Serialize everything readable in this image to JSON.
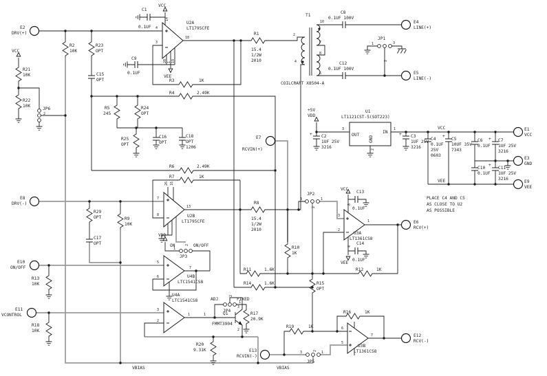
{
  "pw": {
    "vcc": "VCC",
    "vee": "VEE",
    "vdd": "VDD",
    "p5": "+5V",
    "vbias": "VBIAS",
    "on": "ON",
    "onoff": "ON/OFF",
    "adj": "ADJ",
    "fixed": "FIXED",
    "plus": "+"
  },
  "note": {
    "l1": "PLACE C4 AND C5",
    "l2": "AS CLOSE TO U2",
    "l3": "AS POSSIBLE"
  },
  "tr": {
    "ref": "T1",
    "part": "COILCRAFT X8504-A"
  },
  "u": {
    "u1": {
      "ref": "U1",
      "part": "LT1121CST-5(SOT223)",
      "out": "OUT",
      "gnd": "GND",
      "in": "IN"
    },
    "u2a": {
      "ref": "U2A",
      "part": "LT1795CFE"
    },
    "u2b": {
      "ref": "U2B",
      "part": "LT1795CFE"
    },
    "u3a": {
      "ref": "U3A",
      "part": "LT1361CS8"
    },
    "u3b": {
      "ref": "U3B",
      "part": "LT1361CS8"
    },
    "u4a": {
      "ref": "U4A",
      "part": "LTC1541CS8"
    },
    "u4b": {
      "ref": "U4B",
      "part": "LTC1541CS8"
    },
    "q1": {
      "ref": "Q1",
      "part": "FMMT3904"
    }
  },
  "t": {
    "e1": {
      "ref": "E1",
      "label": "VCC"
    },
    "e2": {
      "ref": "E2",
      "label": "DRV(+)"
    },
    "e3": {
      "ref": "E3",
      "label": "GND"
    },
    "e4": {
      "ref": "E4",
      "label": "LINE(+)"
    },
    "e5": {
      "ref": "E5",
      "label": "LINE(-)"
    },
    "e6": {
      "ref": "E6",
      "label": "RCV(+)"
    },
    "e7": {
      "ref": "E7",
      "label": "RCVIN(+)"
    },
    "e8": {
      "ref": "E8",
      "label": "DRV(-)"
    },
    "e9": {
      "ref": "E9",
      "label": "VEE"
    },
    "e10": {
      "ref": "E10",
      "label": "ON/OFF"
    },
    "e11": {
      "ref": "E11",
      "label": "VCONTROL"
    },
    "e12": {
      "ref": "E12",
      "label": "RCV(-)"
    },
    "e13": {
      "ref": "E13",
      "label": "RCVIN(-)"
    }
  },
  "r": {
    "r1": {
      "ref": "R1",
      "v": "15.4",
      "w": "1/2W",
      "pkg": "2010"
    },
    "r2": {
      "ref": "R2",
      "v": "10K"
    },
    "r3": {
      "ref": "R3",
      "v": "1K"
    },
    "r4": {
      "ref": "R4",
      "v": "2.49K"
    },
    "r5": {
      "ref": "R5",
      "v": "245"
    },
    "r6": {
      "ref": "R6",
      "v": "2.49K"
    },
    "r7": {
      "ref": "R7",
      "v": "1K"
    },
    "r8": {
      "ref": "R8",
      "v": "15.4",
      "w": "1/2W",
      "pkg": "2010"
    },
    "r9": {
      "ref": "R9",
      "v": "10K"
    },
    "r10": {
      "ref": "R10",
      "v": "1K"
    },
    "r11": {
      "ref": "R11",
      "v": "1.6K"
    },
    "r12": {
      "ref": "R12",
      "v": "1K"
    },
    "r13": {
      "ref": "R13",
      "v": "10K"
    },
    "r14": {
      "ref": "R14",
      "v": "1.6K"
    },
    "r15": {
      "ref": "R15",
      "v": "OPT"
    },
    "r16": {
      "ref": "R16",
      "v": "1K"
    },
    "r17": {
      "ref": "R17",
      "v": "20.9K"
    },
    "r18": {
      "ref": "R18",
      "v": "10K"
    },
    "r19": {
      "ref": "R19",
      "v": "1K"
    },
    "r20": {
      "ref": "R20",
      "v": "9.31K"
    },
    "r21": {
      "ref": "R21",
      "v": "10K"
    },
    "r22": {
      "ref": "R22",
      "v": "10K"
    },
    "r23": {
      "ref": "R23",
      "v": "OPT"
    },
    "r24": {
      "ref": "R24",
      "v": "OPT"
    },
    "r25": {
      "ref": "R25",
      "v": "OPT"
    },
    "r29": {
      "ref": "R29",
      "v": "OPT"
    }
  },
  "c": {
    "c1": {
      "ref": "C1",
      "v": "0.1UF"
    },
    "c2": {
      "ref": "C2",
      "v": "1UF 25V",
      "pkg": "3216"
    },
    "c3": {
      "ref": "C3",
      "v": "1UF 25V",
      "pkg": "3216"
    },
    "c4": {
      "ref": "C4",
      "v": "0.1UF",
      "v2": "25V",
      "pkg": "0603"
    },
    "c5": {
      "ref": "C5",
      "v": "10UF 35V",
      "pkg": "7343"
    },
    "c6": {
      "ref": "C6",
      "v": "0.1UF"
    },
    "c7": {
      "ref": "C7",
      "v": "1UF 25V",
      "pkg": "3216"
    },
    "c8": {
      "ref": "C8",
      "v": "0.1UF 100V"
    },
    "c9": {
      "ref": "C9",
      "v": "0.1UF"
    },
    "c10": {
      "ref": "C10",
      "v": "0.1UF"
    },
    "c11": {
      "ref": "C11",
      "v": "1UF 25V",
      "pkg": "3216"
    },
    "c12": {
      "ref": "C12",
      "v": "0.1UF 100V"
    },
    "c13": {
      "ref": "C13",
      "v": "0.1UF"
    },
    "c14": {
      "ref": "C14",
      "v": "0.1UF"
    },
    "c15": {
      "ref": "C15",
      "v": "OPT"
    },
    "c16": {
      "ref": "C16",
      "v": "OPT"
    },
    "c17": {
      "ref": "C17",
      "v": "OPT"
    },
    "c18": {
      "ref": "C18",
      "v": "OPT",
      "pkg": "1206"
    }
  },
  "jp": {
    "jp1": "JP1",
    "jp2": "JP2",
    "jp3": "JP3",
    "jp4": "JP4",
    "jp5": "JP5",
    "jp6": "JP6"
  },
  "pn": {
    "n1": "1",
    "n2": "2",
    "n3": "3",
    "n4": "4",
    "n5": "5",
    "n6": "6",
    "n7": "7",
    "n8": "8",
    "n10": "10",
    "n13": "13",
    "n14": "14",
    "n16": "16",
    "n18": "18",
    "n19": "19",
    "n20": "20",
    "n26": "26"
  }
}
